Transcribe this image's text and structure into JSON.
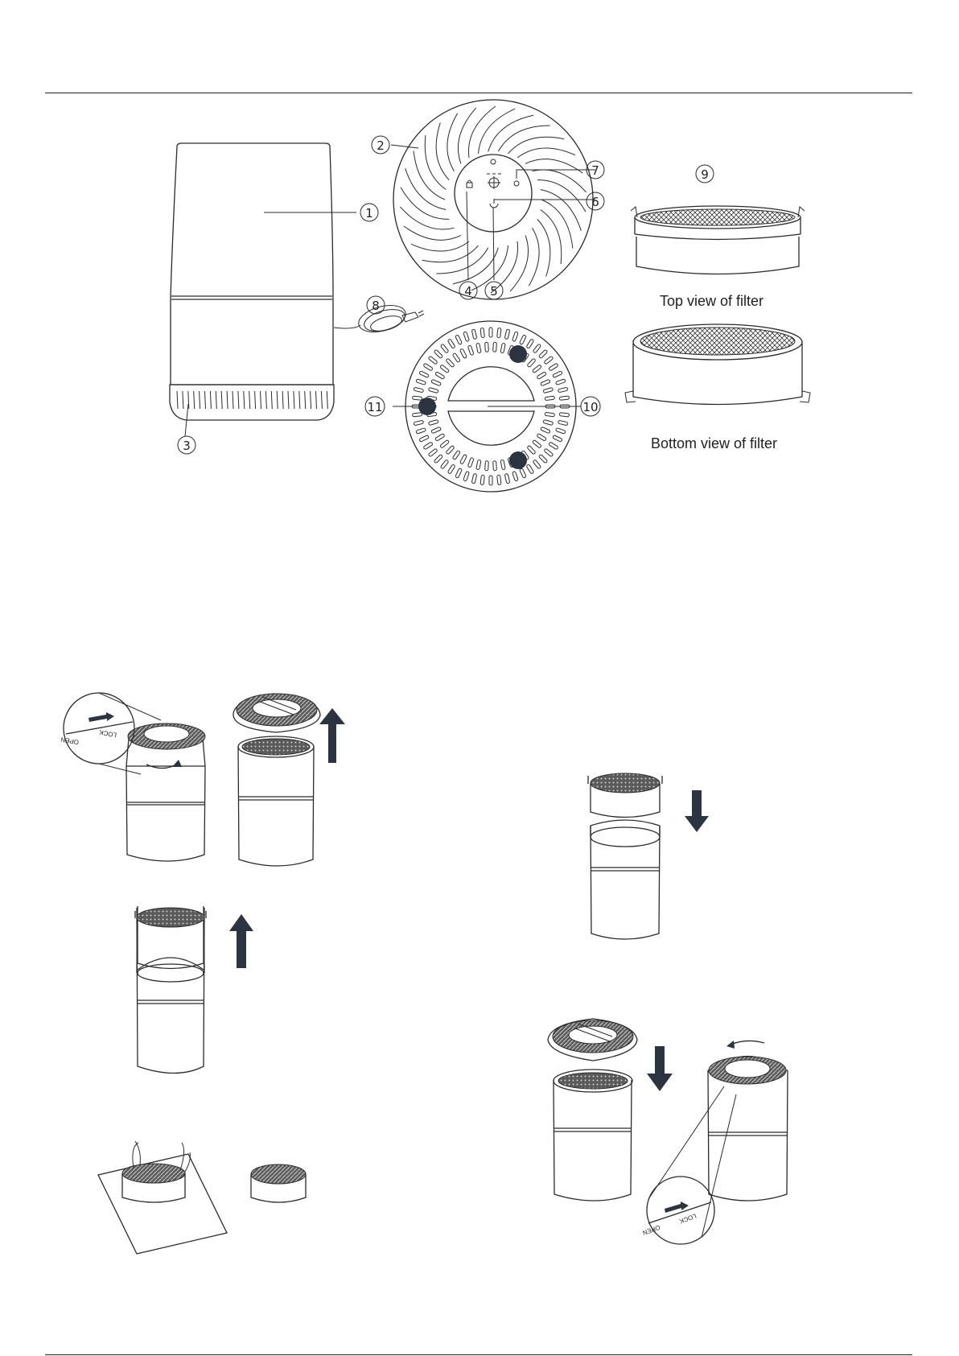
{
  "callouts": [
    "1",
    "2",
    "3",
    "4",
    "5",
    "6",
    "7",
    "8",
    "9",
    "10",
    "11"
  ],
  "filter_labels": {
    "top": "Top view of filter",
    "bottom": "Bottom view of filter"
  },
  "dial_labels": {
    "open": "OPEN",
    "lock": "LOCK"
  }
}
